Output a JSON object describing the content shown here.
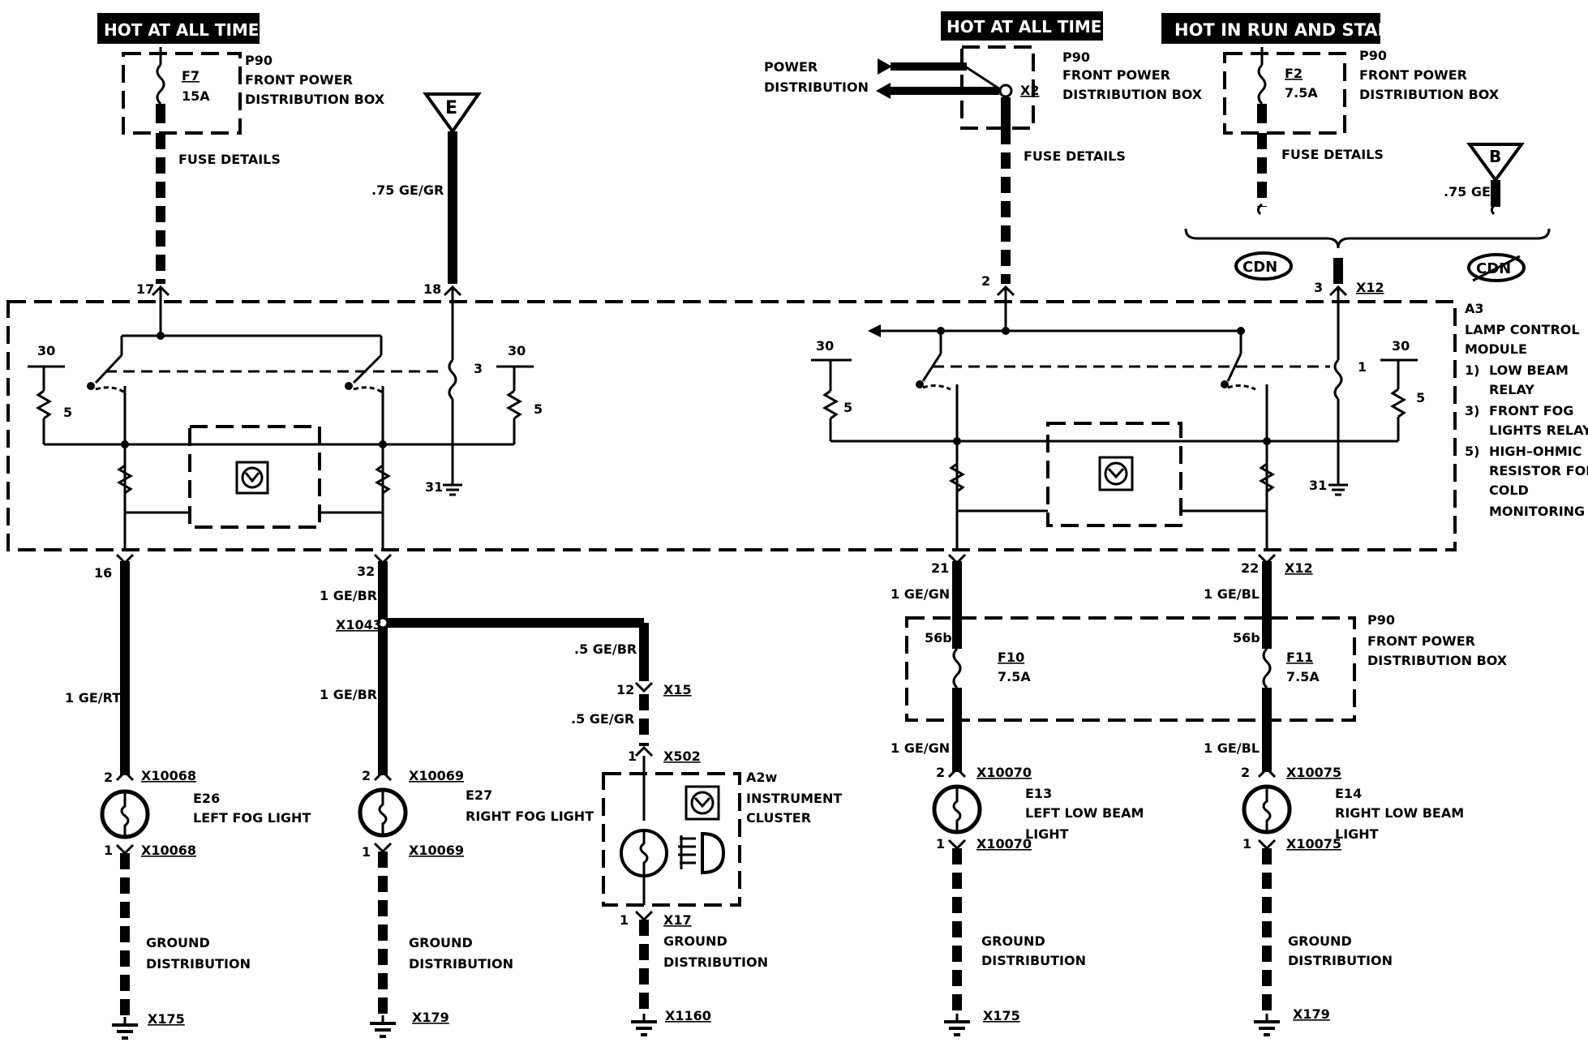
{
  "banners": {
    "hot_always_left": "HOT AT ALL TIMES",
    "hot_always_right": "HOT AT ALL TIMES",
    "hot_run_start": "HOT IN RUN AND START"
  },
  "fuses": {
    "f7": {
      "name": "F7",
      "rating": "15A"
    },
    "f2": {
      "name": "F2",
      "rating": "7.5A"
    },
    "f10": {
      "name": "F10",
      "rating": "7.5A"
    },
    "f11": {
      "name": "F11",
      "rating": "7.5A"
    }
  },
  "p90": {
    "code": "P90",
    "line1": "FRONT POWER",
    "line2": "DISTRIBUTION BOX"
  },
  "fuse_details": "FUSE DETAILS",
  "power_distribution": {
    "line1": "POWER",
    "line2": "DISTRIBUTION"
  },
  "connectors": {
    "x2": "X2",
    "x12": "X12",
    "x15": "X15",
    "x502": "X502",
    "x17": "X17",
    "x1043": "X1043",
    "x10068": "X10068",
    "x10069": "X10069",
    "x10070": "X10070",
    "x10075": "X10075",
    "x175": "X175",
    "x179": "X179",
    "x1160": "X1160"
  },
  "offpage": {
    "e": "E",
    "b": "B"
  },
  "cdn": "CDN",
  "wires": {
    "ge_gr_075": ".75 GE/GR",
    "ge_075": ".75 GE",
    "ge_br_1": "1 GE/BR",
    "ge_rt_1": "1 GE/RT",
    "ge_br_05": ".5 GE/BR",
    "ge_gr_05": ".5 GE/GR",
    "ge_gn_1": "1 GE/GN",
    "ge_bl_1": "1 GE/BL"
  },
  "pins": {
    "p17": "17",
    "p18": "18",
    "p2": "2",
    "p3": "3",
    "p30": "30",
    "p5": "5",
    "p31": "31",
    "p1": "1",
    "p16": "16",
    "p32": "32",
    "p21": "21",
    "p22": "22",
    "p12": "12",
    "p56b": "56b"
  },
  "module": {
    "code": "A3",
    "line1": "LAMP CONTROL",
    "line2": "MODULE",
    "notes": [
      {
        "num": "1)",
        "l1": "LOW BEAM",
        "l2": "RELAY"
      },
      {
        "num": "3)",
        "l1": "FRONT FOG",
        "l2": "LIGHTS RELAY"
      },
      {
        "num": "5)",
        "l1": "HIGH–OHMIC",
        "l2": "RESISTOR FOR",
        "l3": "COLD",
        "l4": "MONITORING"
      }
    ]
  },
  "components": {
    "e26": {
      "code": "E26",
      "name": "LEFT FOG LIGHT"
    },
    "e27": {
      "code": "E27",
      "name": "RIGHT FOG LIGHT"
    },
    "a2w": {
      "code": "A2w",
      "l1": "INSTRUMENT",
      "l2": "CLUSTER"
    },
    "e13": {
      "code": "E13",
      "l1": "LEFT LOW BEAM",
      "l2": "LIGHT"
    },
    "e14": {
      "code": "E14",
      "l1": "RIGHT LOW BEAM",
      "l2": "LIGHT"
    }
  },
  "ground": {
    "line1": "GROUND",
    "line2": "DISTRIBUTION"
  },
  "colors": {
    "ink": "#000000",
    "paper": "#ffffff"
  }
}
